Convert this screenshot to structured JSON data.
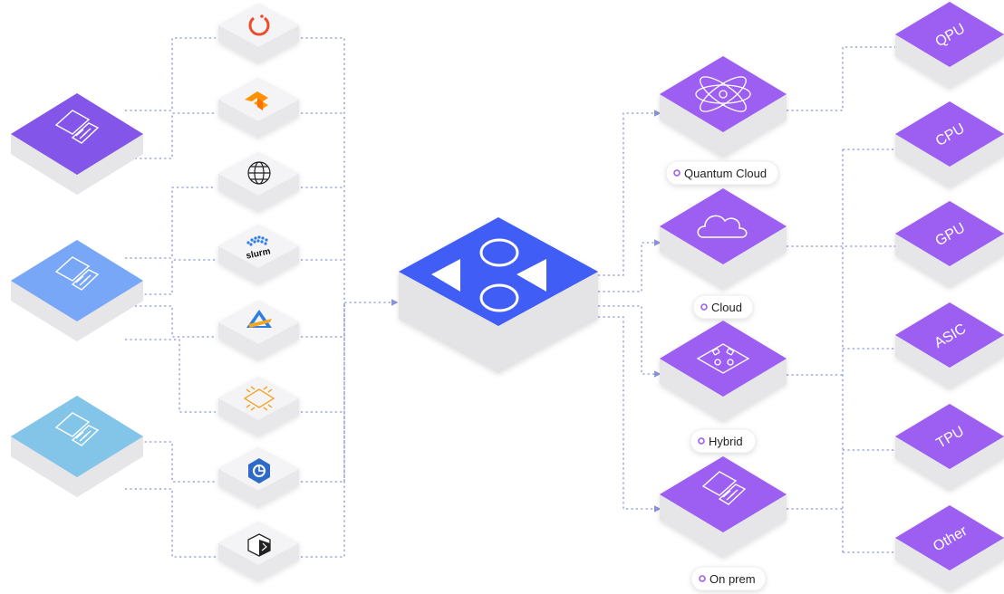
{
  "labels": {
    "quantum_cloud": "Quantum Cloud",
    "cloud": "Cloud",
    "hybrid": "Hybrid",
    "on_prem": "On prem"
  },
  "targets": {
    "qpu": "QPU",
    "cpu": "CPU",
    "gpu": "GPU",
    "asic": "ASIC",
    "tpu": "TPU",
    "other": "Other"
  },
  "logos": {
    "slurm": "slurm"
  },
  "colors": {
    "purple_dark": "#8355e8",
    "blue_light": "#79a7f7",
    "sky": "#82c5e8",
    "center": "#3f5df5",
    "violet": "#9d5ff2",
    "side": "#dcdcde",
    "connector": "#8a93d6"
  }
}
